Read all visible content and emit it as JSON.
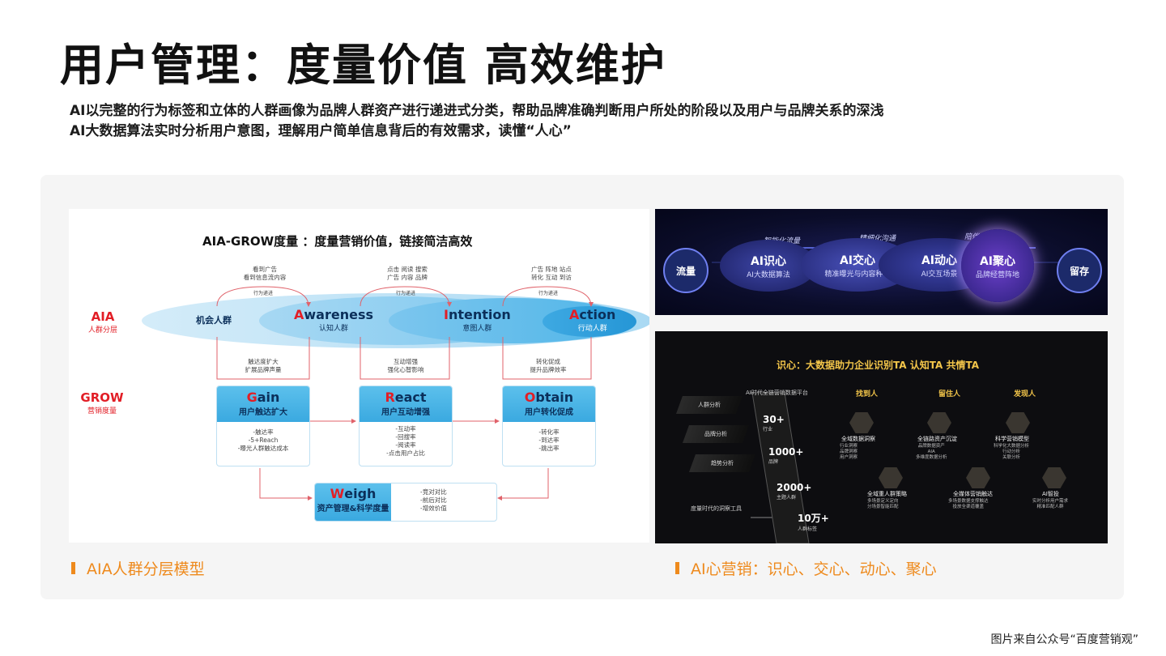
{
  "title": "用户管理：度量价值 高效维护",
  "subtitle_lines": [
    "AI以完整的行为标签和立体的人群画像为品牌人群资产进行递进式分类，帮助品牌准确判断用户所处的阶段以及用户与品牌关系的深浅",
    "AI大数据算法实时分析用户意图，理解用户简单信息背后的有效需求，读懂“人心”"
  ],
  "left_caption": "AIA人群分层模型",
  "right_caption": "AI心营销：识心、交心、动心、聚心",
  "source": "图片来自公众号“百度营销观”",
  "aia_diagram": {
    "title": "AIA-GROW度量 ：度量营销价值，链接简洁高效",
    "aia_label": "AIA",
    "aia_sub": "人群分层",
    "grow_label": "GROW",
    "grow_sub": "营销度量",
    "top_notes": [
      "看到广告\n看到信息流内容",
      "点击 阅读 搜索\n广告 内容 品牌",
      "广告 阵地 站点\n转化 互动 到访"
    ],
    "arrow_notes": [
      "行为递进",
      "行为递进",
      "行为递进"
    ],
    "stages": [
      {
        "first": "",
        "rest": "机会人群",
        "sub": ""
      },
      {
        "first": "A",
        "rest": "wareness",
        "sub": "认知人群"
      },
      {
        "first": "I",
        "rest": "ntention",
        "sub": "意图人群"
      },
      {
        "first": "A",
        "rest": "ction",
        "sub": "行动人群"
      }
    ],
    "mid_notes": [
      "触达度扩大\n扩展品牌声量",
      "互动增强\n强化心智影响",
      "转化促成\n提升品牌效率"
    ],
    "grow_boxes": [
      {
        "first": "G",
        "rest": "ain",
        "sub": "用户触达扩大",
        "items": "-触达率\n-5+Reach\n-曝光人群触达成本"
      },
      {
        "first": "R",
        "rest": "eact",
        "sub": "用户互动增强",
        "items": "-互动率\n-回搜率\n-阅读率\n-点击用户占比"
      },
      {
        "first": "O",
        "rest": "btain",
        "sub": "用户转化促成",
        "items": "-转化率\n-到达率\n-跳出率"
      }
    ],
    "weigh": {
      "first": "W",
      "rest": "eigh",
      "sub": "资产管理&科学度量",
      "items": "-竞对对比\n-前后对比\n-增效价值"
    }
  },
  "ai_heart": {
    "left_node": "流量",
    "right_node": "留存",
    "flow_labels": [
      "智能化流量",
      "精细化沟通",
      "陪伴式关怀"
    ],
    "bubbles": [
      {
        "title": "AI识心",
        "sub": "AI大数据算法"
      },
      {
        "title": "AI交心",
        "sub": "精准曝光与内容种草"
      },
      {
        "title": "AI动心",
        "sub": "AI交互场景"
      },
      {
        "title": "AI聚心",
        "sub": "品牌经营阵地"
      }
    ]
  },
  "recognition": {
    "headline": "识心：大数据助力企业识别TA  认知TA  共情TA",
    "platform": "AI时代全链营销数据平台",
    "tool": "度量时代的洞察工具",
    "side_tabs": [
      "人群分析",
      "品牌分析",
      "趋势分析"
    ],
    "numbers": [
      {
        "value": "30+",
        "unit": "行业"
      },
      {
        "value": "1000+",
        "unit": "品牌"
      },
      {
        "value": "2000+",
        "unit": "主题人群"
      },
      {
        "value": "10万+",
        "unit": "人群标签"
      }
    ],
    "columns": [
      "找到人",
      "留住人",
      "发现人"
    ],
    "cells": [
      {
        "title": "全域数据洞察",
        "sub": "行业洞察\n品牌洞察\n用户洞察"
      },
      {
        "title": "全链路资产沉淀",
        "sub": "品牌数据资产\nAIA\n多维度数据分析"
      },
      {
        "title": "科学营销模型",
        "sub": "科学化大数据分析\n行动分析\n关联分析"
      },
      {
        "title": "全域重人群策略",
        "sub": "多场景定义定向\n分场景智能匹配"
      },
      {
        "title": "全媒体营销触达",
        "sub": "多场景数据支撑触达\n投放全渠道覆盖"
      },
      {
        "title": "AI智投",
        "sub": "实时分析用户需求\n精准匹配人群"
      }
    ]
  }
}
